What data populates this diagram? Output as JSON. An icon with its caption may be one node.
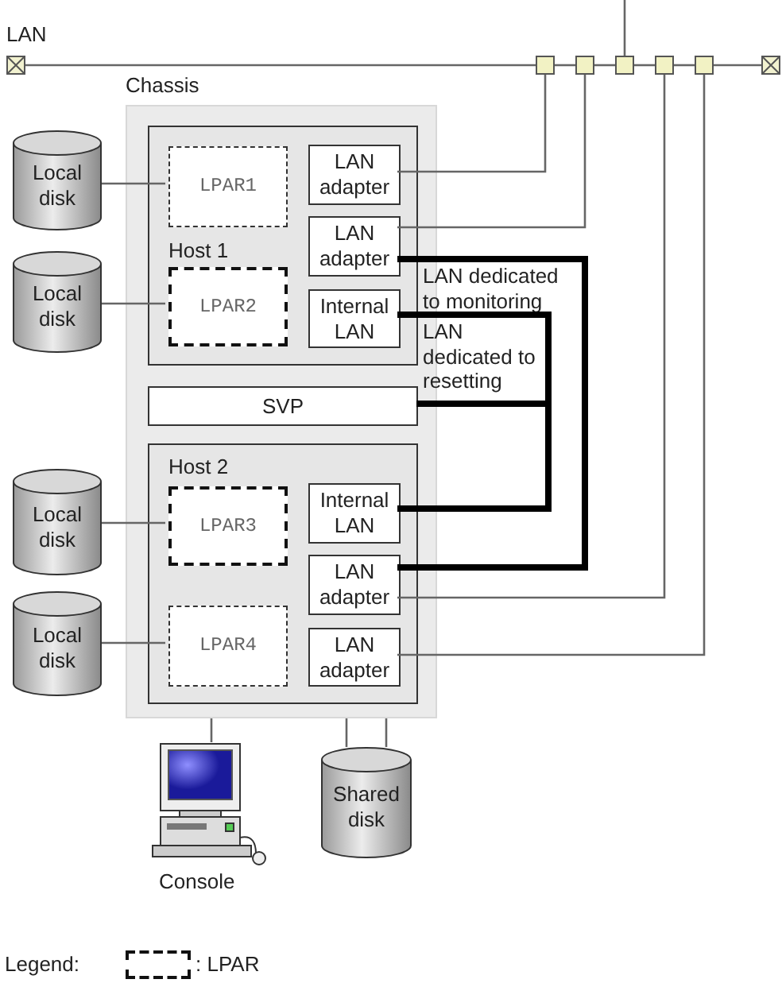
{
  "diagram": {
    "nodes": [
      {
        "text": [],
        "shape": "box"
      },
      {
        "text": [],
        "shape": "box"
      },
      {
        "text": [],
        "shape": "box"
      },
      {
        "text": [],
        "shape": "box"
      },
      {
        "text": [],
        "shape": "box"
      },
      {
        "text": [],
        "shape": "box"
      },
      {
        "text": [],
        "shape": "box"
      },
      {
        "text": [
          "Chassis"
        ]
      },
      {
        "text": [
          "Host 1"
        ],
        "in": 7
      },
      {
        "text": [
          "LPAR1"
        ],
        "in": 8
      },
      {
        "text": [
          "LAN adapter"
        ],
        "in": 8
      },
      {
        "text": [
          "LAN adapter"
        ],
        "in": 8
      },
      {
        "text": [
          "LPAR2"
        ],
        "in": 8
      },
      {
        "text": [
          "Internal LAN"
        ],
        "in": 8
      },
      {
        "text": [
          "SVP"
        ],
        "in": 7
      },
      {
        "text": [
          "Host 2"
        ],
        "in": 7
      },
      {
        "text": [
          "LPAR3"
        ],
        "in": 15
      },
      {
        "text": [
          "Internal LAN"
        ],
        "in": 15
      },
      {
        "text": [
          "LAN adapter"
        ],
        "in": 15
      },
      {
        "text": [
          "LPAR4"
        ],
        "in": 15
      },
      {
        "text": [
          "LAN adapter"
        ],
        "in": 15
      },
      {
        "text": [
          "Local disk"
        ]
      },
      {
        "text": [
          "Local disk"
        ]
      },
      {
        "text": [
          "Local disk"
        ]
      },
      {
        "text": [
          "Local disk"
        ]
      },
      {
        "text": [
          "Console"
        ]
      },
      {
        "text": [
          "Shared disk"
        ]
      }
    ],
    "edges": [
      {
        "from": 0,
        "to": 1,
        "arrow": "none"
      },
      {
        "from": 1,
        "to": 2,
        "arrow": "none"
      },
      {
        "from": 2,
        "to": 3,
        "arrow": "none"
      },
      {
        "from": 3,
        "to": 4,
        "arrow": "none"
      },
      {
        "from": 4,
        "to": 5,
        "arrow": "none"
      },
      {
        "from": 5,
        "to": 6,
        "arrow": "none"
      },
      {
        "from": 3,
        "to": null,
        "arrow": "none"
      },
      {
        "from": 10,
        "to": 1,
        "arrow": "none"
      },
      {
        "from": 11,
        "to": 2,
        "arrow": "none"
      },
      {
        "from": 18,
        "to": 4,
        "arrow": "none"
      },
      {
        "from": 20,
        "to": 5,
        "arrow": "none"
      },
      {
        "from": 21,
        "to": 9,
        "arrow": "none"
      },
      {
        "from": 22,
        "to": 12,
        "arrow": "none"
      },
      {
        "from": 23,
        "to": 16,
        "arrow": "none"
      },
      {
        "from": 24,
        "to": 19,
        "arrow": "none"
      },
      {
        "from": 11,
        "to": 18,
        "arrow": "none",
        "style": "thick",
        "color": "#000000"
      },
      {
        "from": 13,
        "to": 17,
        "arrow": "none",
        "style": "thick",
        "color": "#000000"
      },
      {
        "from": 14,
        "to": 13,
        "arrow": "none",
        "style": "thick",
        "color": "#000000"
      },
      {
        "from": 14,
        "to": 17,
        "arrow": "none",
        "style": "thick",
        "color": "#000000"
      },
      {
        "from": 7,
        "to": 25,
        "arrow": "none"
      },
      {
        "from": 7,
        "to": 26,
        "arrow": "none"
      },
      {
        "from": 7,
        "to": 26,
        "arrow": "none"
      }
    ],
    "labels": [
      "LAN",
      "LAN dedicated to monitoring",
      "LAN dedicated to resetting",
      "Legend:"
    ],
    "legend": [
      {
        "text": ": LPAR"
      }
    ]
  }
}
